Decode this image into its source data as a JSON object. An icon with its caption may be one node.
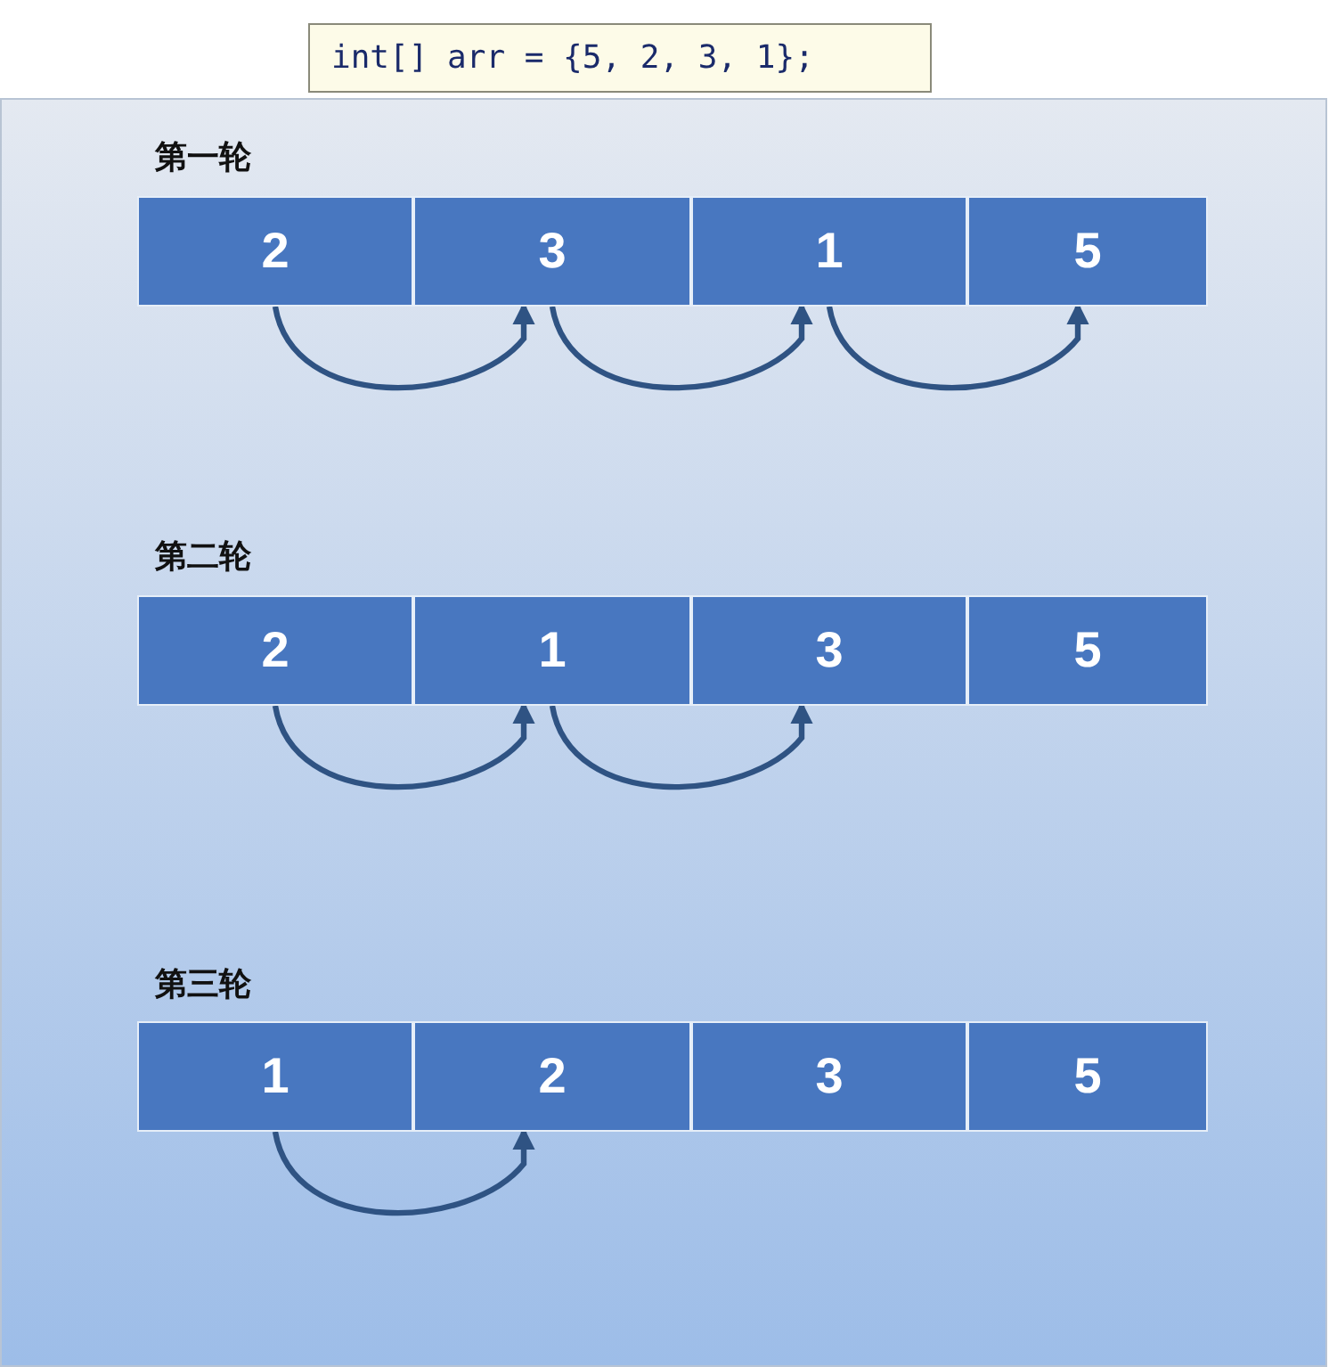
{
  "diagram": {
    "nodes": [
      {
        "text": [
          "int[] arr = {5, 2, 3, 1};"
        ]
      },
      {
        "text": [
          "2"
        ]
      },
      {
        "text": [
          "3"
        ]
      },
      {
        "text": [
          "1"
        ]
      },
      {
        "text": [
          "5"
        ]
      },
      {
        "text": [
          "2"
        ]
      },
      {
        "text": [
          "1"
        ]
      },
      {
        "text": [
          "3"
        ]
      },
      {
        "text": [
          "5"
        ]
      },
      {
        "text": [
          "1"
        ]
      },
      {
        "text": [
          "2"
        ]
      },
      {
        "text": [
          "3"
        ]
      },
      {
        "text": [
          "5"
        ]
      }
    ],
    "edges": [
      {
        "from": 1,
        "to": 2,
        "arrow": "to"
      },
      {
        "from": 2,
        "to": 3,
        "arrow": "to"
      },
      {
        "from": 3,
        "to": 4,
        "arrow": "to"
      },
      {
        "from": 5,
        "to": 6,
        "arrow": "to"
      },
      {
        "from": 6,
        "to": 7,
        "arrow": "to"
      },
      {
        "from": 9,
        "to": 10,
        "arrow": "to"
      }
    ],
    "labels": [
      "第一轮",
      "第二轮",
      "第三轮"
    ]
  }
}
